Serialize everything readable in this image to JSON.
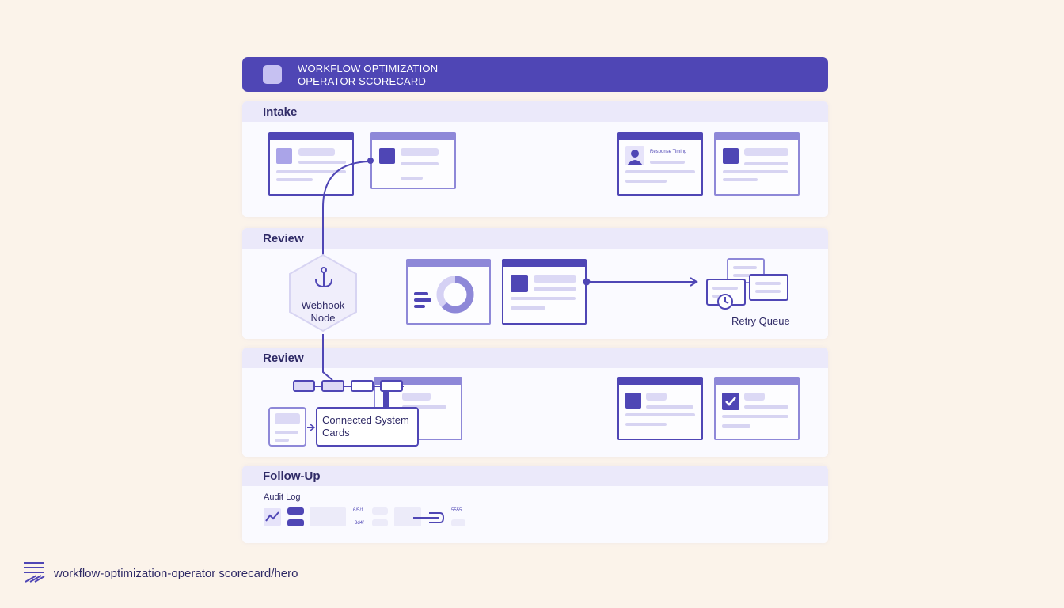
{
  "header": {
    "line1": "WORKFLOW OPTIMIZATION",
    "line2": "OPERATOR SCORECARD"
  },
  "lanes": [
    {
      "title": "Intake"
    },
    {
      "title": "Review"
    },
    {
      "title": "Review"
    },
    {
      "title": "Follow-Up"
    }
  ],
  "nodes": {
    "webhook": "Webhook Node",
    "webhook_line1": "Webhook",
    "webhook_line2": "Node",
    "retry_queue": "Retry Queue",
    "connected_line1": "Connected System",
    "connected_line2": "Cards",
    "response_timing": "Response Timing"
  },
  "follow_up": {
    "audit_log": "Audit Log",
    "tiny_a": "6/5/1",
    "tiny_b": "5555",
    "tiny_c": "3d4f"
  },
  "footer": {
    "path": "workflow-optimization-operator scorecard/hero"
  },
  "colors": {
    "accent": "#4f46b5",
    "light_accent": "#aaa4e8",
    "background": "#fbf3ea",
    "lane_header": "#ebe9fa"
  },
  "icons": [
    "anchor-icon",
    "clock-icon",
    "checkmark-icon",
    "person-icon",
    "donut-icon",
    "trend-icon",
    "stripes-logo-icon"
  ]
}
